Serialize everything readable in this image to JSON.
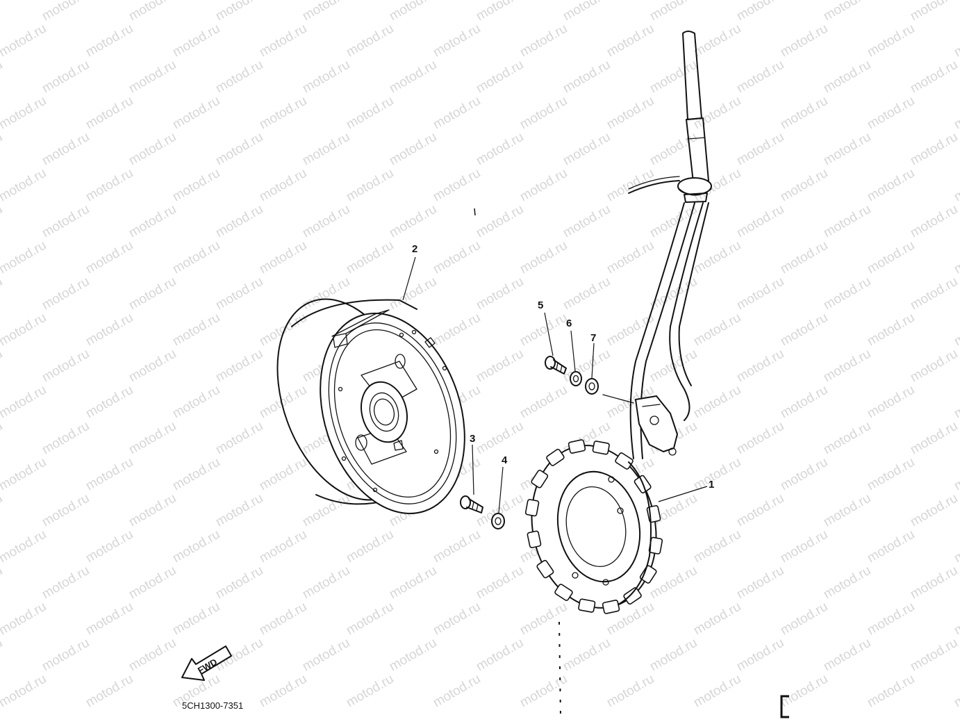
{
  "watermark": {
    "text": "motod.ru",
    "color": "#d6d6d6"
  },
  "diagram": {
    "part_code": "5CH1300-7351",
    "fwd_label": "FWD",
    "callouts": [
      {
        "id": "1",
        "label": "1"
      },
      {
        "id": "2",
        "label": "2"
      },
      {
        "id": "3",
        "label": "3"
      },
      {
        "id": "4",
        "label": "4"
      },
      {
        "id": "5",
        "label": "5"
      },
      {
        "id": "6",
        "label": "6"
      },
      {
        "id": "7",
        "label": "7"
      }
    ]
  }
}
